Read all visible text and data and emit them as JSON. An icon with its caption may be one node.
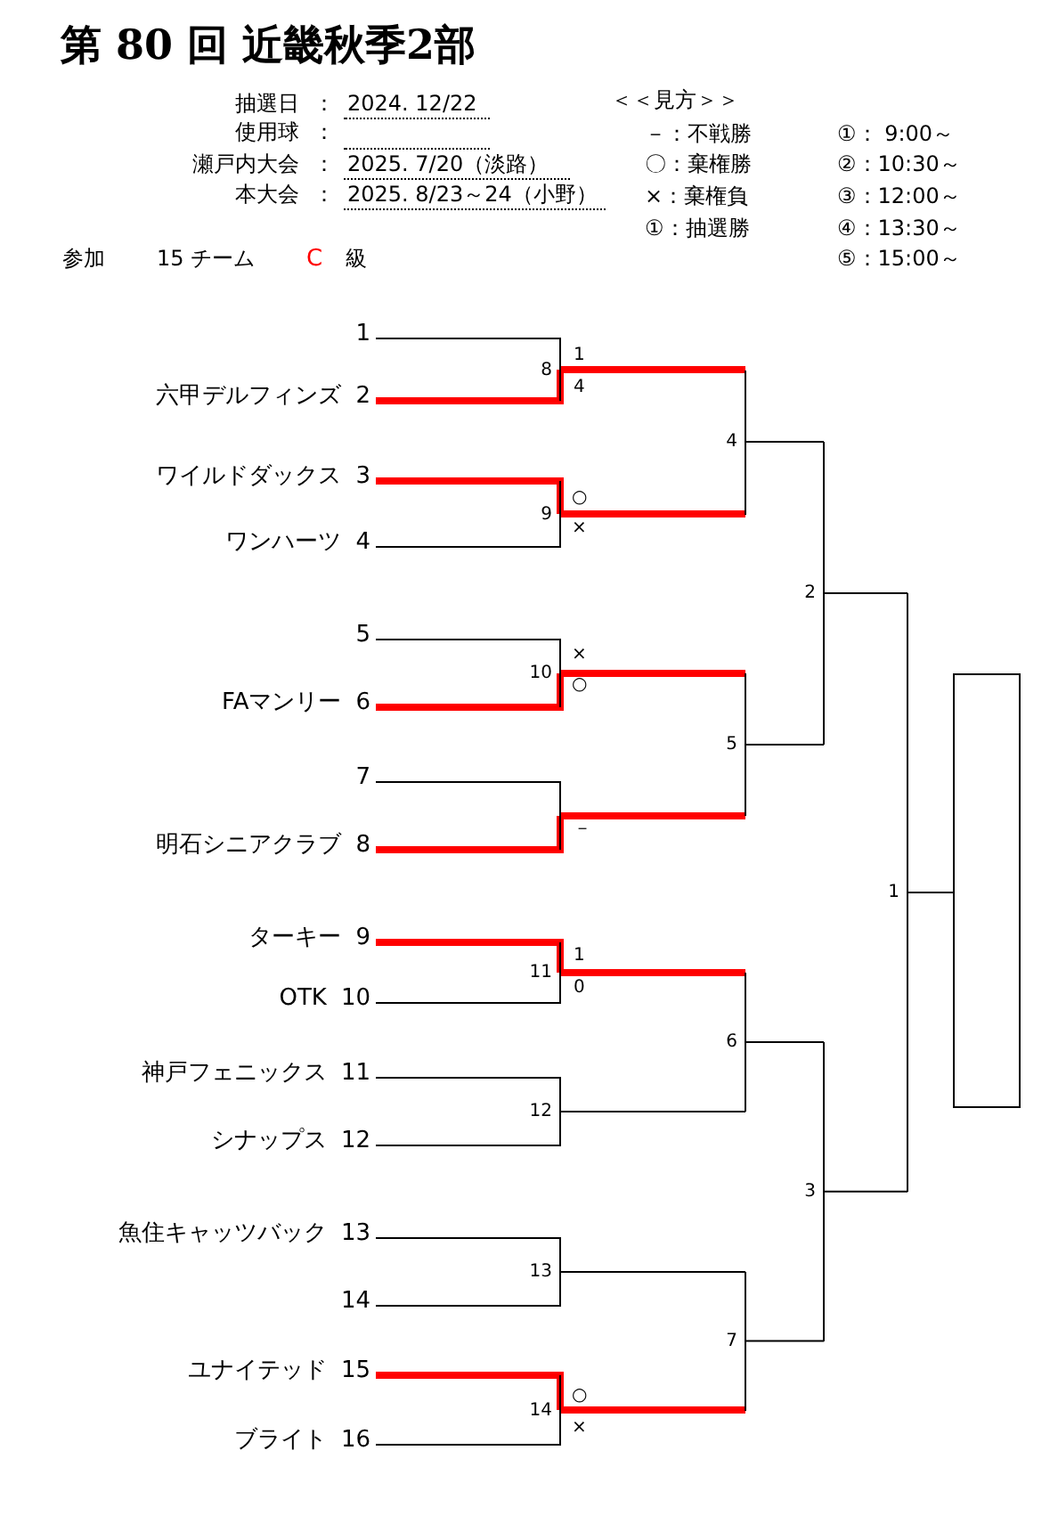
{
  "diagram": {
    "title": "第 80 回 近畿秋季2部",
    "nodes": [
      {
        "text": [
          "1"
        ]
      },
      {
        "text": [
          "六甲デルフィンズ",
          "2"
        ]
      },
      {
        "text": [
          "ワイルドダックス",
          "3"
        ]
      },
      {
        "text": [
          "ワンハーツ",
          "4"
        ]
      },
      {
        "text": [
          "5"
        ]
      },
      {
        "text": [
          "FAマンリー",
          "6"
        ]
      },
      {
        "text": [
          "7"
        ]
      },
      {
        "text": [
          "明石シニアクラブ",
          "8"
        ]
      },
      {
        "text": [
          "ターキー",
          "9"
        ]
      },
      {
        "text": [
          "OTK",
          "10"
        ]
      },
      {
        "text": [
          "神戸フェニックス",
          "11"
        ]
      },
      {
        "text": [
          "シナップス",
          "12"
        ]
      },
      {
        "text": [
          "魚住キャッツバック",
          "13"
        ]
      },
      {
        "text": [
          "14"
        ]
      },
      {
        "text": [
          "ユナイテッド",
          "15"
        ]
      },
      {
        "text": [
          "ブライト",
          "16"
        ]
      },
      {
        "text": [
          "8"
        ]
      },
      {
        "text": [
          "9"
        ]
      },
      {
        "text": [
          "10"
        ]
      },
      {
        "text": [],
        "shape": "bar"
      },
      {
        "text": [
          "11"
        ]
      },
      {
        "text": [
          "12"
        ]
      },
      {
        "text": [
          "13"
        ]
      },
      {
        "text": [
          "14"
        ]
      },
      {
        "text": [
          "4"
        ]
      },
      {
        "text": [
          "5"
        ]
      },
      {
        "text": [
          "6"
        ]
      },
      {
        "text": [
          "7"
        ]
      },
      {
        "text": [
          "2"
        ]
      },
      {
        "text": [
          "3"
        ]
      },
      {
        "text": [
          "1"
        ]
      },
      {
        "text": [],
        "shape": "box"
      }
    ],
    "edges": [
      {
        "from": 0,
        "to": 16,
        "arrow": "none"
      },
      {
        "from": 1,
        "to": 16,
        "arrow": "none",
        "style": "thick",
        "color": "#ff0000"
      },
      {
        "from": 2,
        "to": 17,
        "arrow": "none",
        "style": "thick",
        "color": "#ff0000"
      },
      {
        "from": 3,
        "to": 17,
        "arrow": "none"
      },
      {
        "from": 4,
        "to": 18,
        "arrow": "none"
      },
      {
        "from": 5,
        "to": 18,
        "arrow": "none",
        "style": "thick",
        "color": "#ff0000"
      },
      {
        "from": 6,
        "to": 19,
        "arrow": "none"
      },
      {
        "from": 7,
        "to": 19,
        "arrow": "none",
        "style": "thick",
        "color": "#ff0000"
      },
      {
        "from": 8,
        "to": 20,
        "arrow": "none",
        "style": "thick",
        "color": "#ff0000"
      },
      {
        "from": 9,
        "to": 20,
        "arrow": "none"
      },
      {
        "from": 10,
        "to": 21,
        "arrow": "none"
      },
      {
        "from": 11,
        "to": 21,
        "arrow": "none"
      },
      {
        "from": 12,
        "to": 22,
        "arrow": "none"
      },
      {
        "from": 13,
        "to": 22,
        "arrow": "none"
      },
      {
        "from": 14,
        "to": 23,
        "arrow": "none",
        "style": "thick",
        "color": "#ff0000"
      },
      {
        "from": 15,
        "to": 23,
        "arrow": "none"
      },
      {
        "from": 16,
        "to": 24,
        "arrow": "none",
        "style": "thick",
        "color": "#ff0000"
      },
      {
        "from": 17,
        "to": 24,
        "arrow": "none",
        "style": "thick",
        "color": "#ff0000"
      },
      {
        "from": 18,
        "to": 25,
        "arrow": "none",
        "style": "thick",
        "color": "#ff0000"
      },
      {
        "from": 19,
        "to": 25,
        "arrow": "none",
        "style": "thick",
        "color": "#ff0000"
      },
      {
        "from": 20,
        "to": 26,
        "arrow": "none",
        "style": "thick",
        "color": "#ff0000"
      },
      {
        "from": 21,
        "to": 26,
        "arrow": "none"
      },
      {
        "from": 22,
        "to": 27,
        "arrow": "none"
      },
      {
        "from": 23,
        "to": 27,
        "arrow": "none",
        "style": "thick",
        "color": "#ff0000"
      },
      {
        "from": 24,
        "to": 28,
        "arrow": "none"
      },
      {
        "from": 25,
        "to": 28,
        "arrow": "none"
      },
      {
        "from": 26,
        "to": 29,
        "arrow": "none"
      },
      {
        "from": 27,
        "to": 29,
        "arrow": "none"
      },
      {
        "from": 28,
        "to": 30,
        "arrow": "none"
      },
      {
        "from": 29,
        "to": 30,
        "arrow": "none"
      },
      {
        "from": 30,
        "to": 31,
        "arrow": "none"
      }
    ],
    "labels": [
      "抽選日",
      "：",
      "2024. 12/22",
      "＜＜見方＞＞",
      "使用球",
      "：",
      "－：不戦勝",
      "①：  9:00～",
      "瀬戸内大会",
      "：",
      "2025. 7/20（淡路）",
      "〇：棄権勝",
      "②：10:30～",
      "本大会",
      "：",
      "2025. 8/23～24（小野）",
      "×：棄権負",
      "③：12:00～",
      "①：抽選勝",
      "④：13:30～",
      "参加",
      "15 チーム",
      "C",
      "級",
      "⑤：15:00～",
      "1",
      "4",
      "○",
      "×",
      "×",
      "○",
      "－",
      "1",
      "0",
      "○",
      "×"
    ]
  }
}
